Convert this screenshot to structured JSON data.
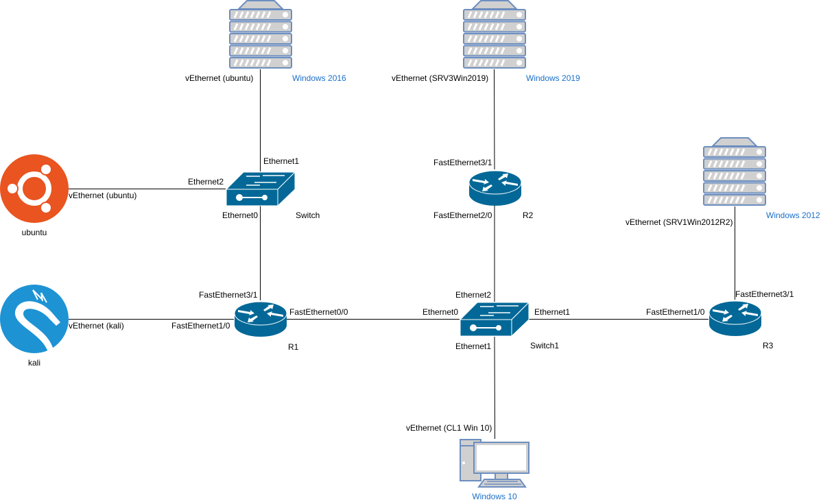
{
  "colors": {
    "device": "#036897",
    "server_fill": "#d0d0d0",
    "server_stroke": "#6c8ebf",
    "ubuntu": "#e95420",
    "kali": "#1d93d4",
    "os_label": "#1a6fc9"
  },
  "nodes": {
    "win2016": {
      "label": "Windows 2016",
      "iface": "vEthernet (ubuntu)",
      "icon": "server-icon"
    },
    "win2019": {
      "label": "Windows 2019",
      "iface": "vEthernet (SRV3Win2019)",
      "icon": "server-icon"
    },
    "win2012": {
      "label": "Windows 2012",
      "iface": "vEthernet (SRV1Win2012R2)",
      "icon": "server-icon"
    },
    "ubuntu": {
      "label": "ubuntu",
      "iface": "vEthernet (ubuntu)",
      "icon": "ubuntu-logo-icon"
    },
    "kali": {
      "label": "kali",
      "iface": "vEthernet (kali)",
      "icon": "kali-logo-icon"
    },
    "switch": {
      "label": "Switch",
      "ports": {
        "e1": "Ethernet1",
        "e2": "Ethernet2",
        "e0": "Ethernet0"
      }
    },
    "r2": {
      "label": "R2",
      "ports": {
        "f31": "FastEthernet3/1",
        "f20": "FastEthernet2/0"
      }
    },
    "r1": {
      "label": "R1",
      "ports": {
        "f31": "FastEthernet3/1",
        "f10": "FastEthernet1/0",
        "f00": "FastEthernet0/0"
      }
    },
    "switch1": {
      "label": "Switch1",
      "ports": {
        "e2": "Ethernet2",
        "e0": "Ethernet0",
        "e1a": "Ethernet1",
        "e1b": "Ethernet1"
      }
    },
    "r3": {
      "label": "R3",
      "ports": {
        "f31": "FastEthernet3/1",
        "f10": "FastEthernet1/0"
      }
    },
    "win10": {
      "label": "Windows 10",
      "iface": "vEthernet (CL1 Win 10)",
      "icon": "desktop-pc-icon"
    }
  }
}
